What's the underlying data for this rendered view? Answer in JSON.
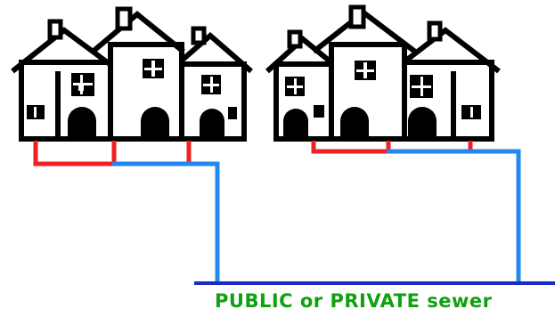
{
  "diagram": {
    "label": "PUBLIC or PRIVATE sewer",
    "colors": {
      "private_lateral": "#ee2222",
      "shared_lateral": "#2288ee",
      "sewer_main": "#1a2ac8",
      "label_text": "#10a010",
      "house_outline": "#000000",
      "house_fill": "#ffffff"
    },
    "house_groups": [
      {
        "name": "left-group",
        "houses": 3
      },
      {
        "name": "right-group",
        "houses": 3
      }
    ]
  }
}
